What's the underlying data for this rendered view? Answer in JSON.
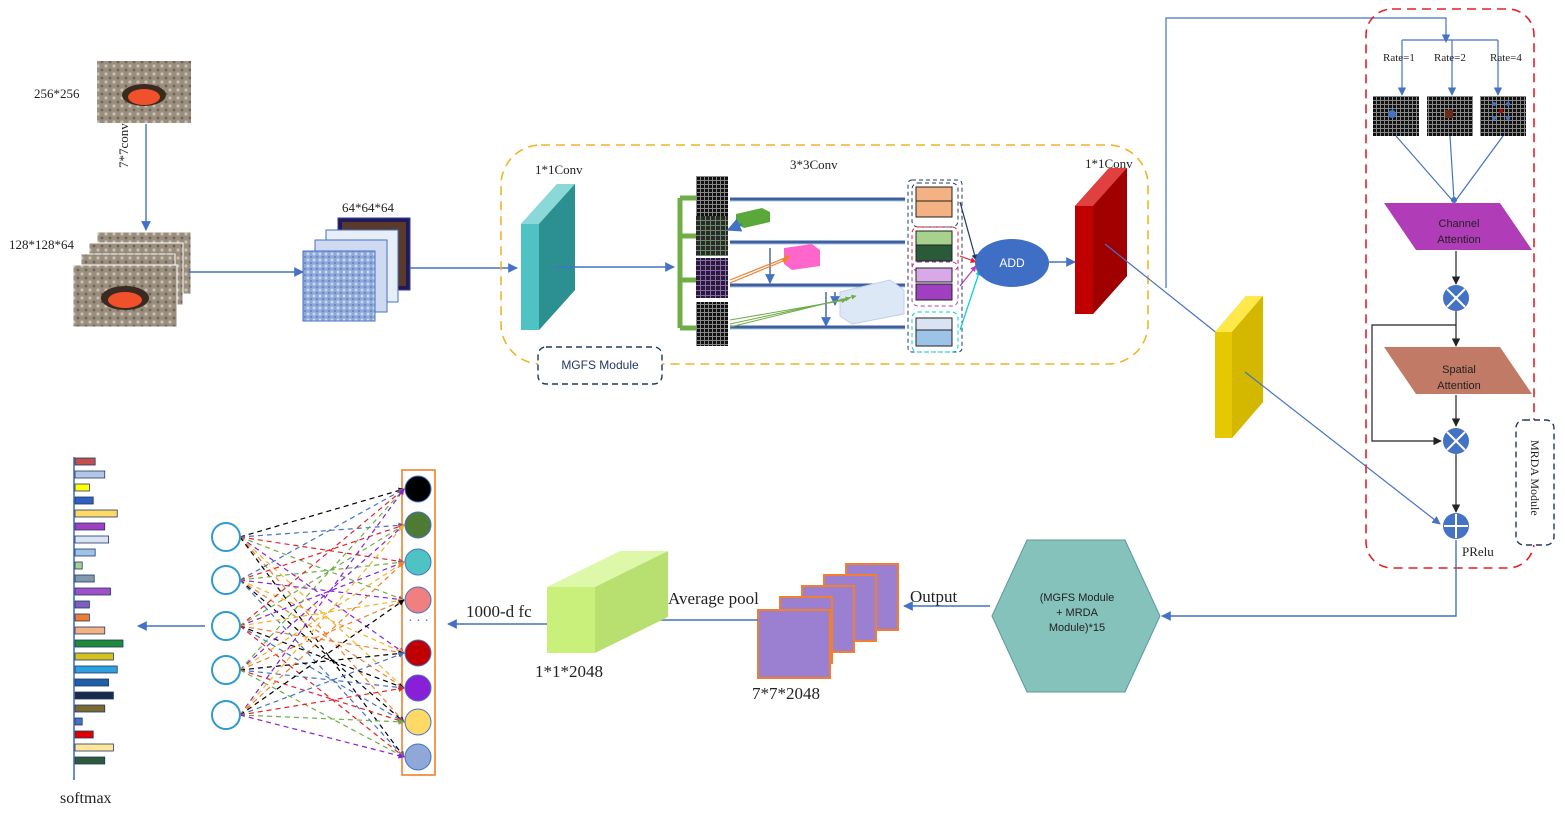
{
  "colors": {
    "arrow": "#4472c4",
    "mgfs_border": "#f0b429",
    "mrda_border": "#e0222a",
    "conv1_teal": "#4fc3c3",
    "conv_red": "#c00000",
    "conv_yellow": "#e6c800",
    "channel_att": "#b03cb8",
    "spatial_att": "#c07a66",
    "hexagon": "#86c2bc",
    "output_maps": "#9b7fd0",
    "fc_block": "#c8f07a",
    "add_node": "#3f6fc5"
  },
  "labels": {
    "input_size": "256*256",
    "conv7": "7*7conv",
    "fm_128": "128*128*64",
    "fm_64": "64*64*64",
    "conv1_left": "1*1Conv",
    "conv3": "3*3Conv",
    "conv1_right": "1*1Conv",
    "add": "ADD",
    "mgfs_module": "MGFS Module",
    "rate1": "Rate=1",
    "rate2": "Rate=2",
    "rate4": "Rate=4",
    "channel_attention_1": "Channel",
    "channel_attention_2": "Attention",
    "spatial_attention_1": "Spatial",
    "spatial_attention_2": "Attention",
    "mrda_module": "MRDA Module",
    "prelu": "PRelu",
    "hex_line1": "(MGFS Module",
    "hex_line2": "+ MRDA",
    "hex_line3": "Module)*15",
    "output": "Output",
    "fm_7": "7*7*2048",
    "average_pool": "Average pool",
    "fm_1": "1*1*2048",
    "fc": "1000-d fc",
    "dots": "· · ·",
    "softmax": "softmax"
  },
  "icons": {
    "multiply": "multiply-circle-icon",
    "add": "plus-circle-icon"
  },
  "output_nodes": [
    "#000000",
    "#4e7a33",
    "#4fc3c3",
    "#f08080",
    "#c00000",
    "#8a1fd8",
    "#ffd966",
    "#8fa8d8"
  ],
  "softmax_bars": [
    {
      "len": 0.42,
      "color": "#c0504d"
    },
    {
      "len": 0.62,
      "color": "#b4c7e7"
    },
    {
      "len": 0.3,
      "color": "#ffff00"
    },
    {
      "len": 0.38,
      "color": "#2f5fbf"
    },
    {
      "len": 0.88,
      "color": "#ffd966"
    },
    {
      "len": 0.62,
      "color": "#a040c0"
    },
    {
      "len": 0.7,
      "color": "#dae3f3"
    },
    {
      "len": 0.42,
      "color": "#9dc3e6"
    },
    {
      "len": 0.15,
      "color": "#a9d18e"
    },
    {
      "len": 0.4,
      "color": "#8497b0"
    },
    {
      "len": 0.74,
      "color": "#9f50c8"
    },
    {
      "len": 0.3,
      "color": "#7f60c0"
    },
    {
      "len": 0.3,
      "color": "#ed7d31"
    },
    {
      "len": 0.62,
      "color": "#f4b183"
    },
    {
      "len": 1.0,
      "color": "#1e8a3a"
    },
    {
      "len": 0.8,
      "color": "#d4c020"
    },
    {
      "len": 0.88,
      "color": "#2fa0e0"
    },
    {
      "len": 0.7,
      "color": "#1f5fa8"
    },
    {
      "len": 0.8,
      "color": "#1a2a4a"
    },
    {
      "len": 0.62,
      "color": "#7a6a30"
    },
    {
      "len": 0.15,
      "color": "#4472c4"
    },
    {
      "len": 0.38,
      "color": "#e00000"
    },
    {
      "len": 0.8,
      "color": "#ffe699"
    },
    {
      "len": 0.62,
      "color": "#2f5a3a"
    }
  ]
}
